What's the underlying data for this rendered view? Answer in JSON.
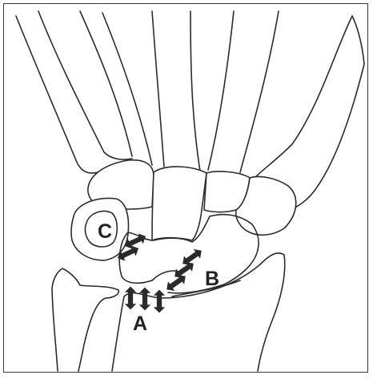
{
  "figure": {
    "labels": {
      "a": "A",
      "b": "B",
      "c": "C"
    }
  },
  "colors": {
    "line": "#2b2b2b",
    "arrow": "#2a2a2a",
    "background": "#ffffff"
  }
}
